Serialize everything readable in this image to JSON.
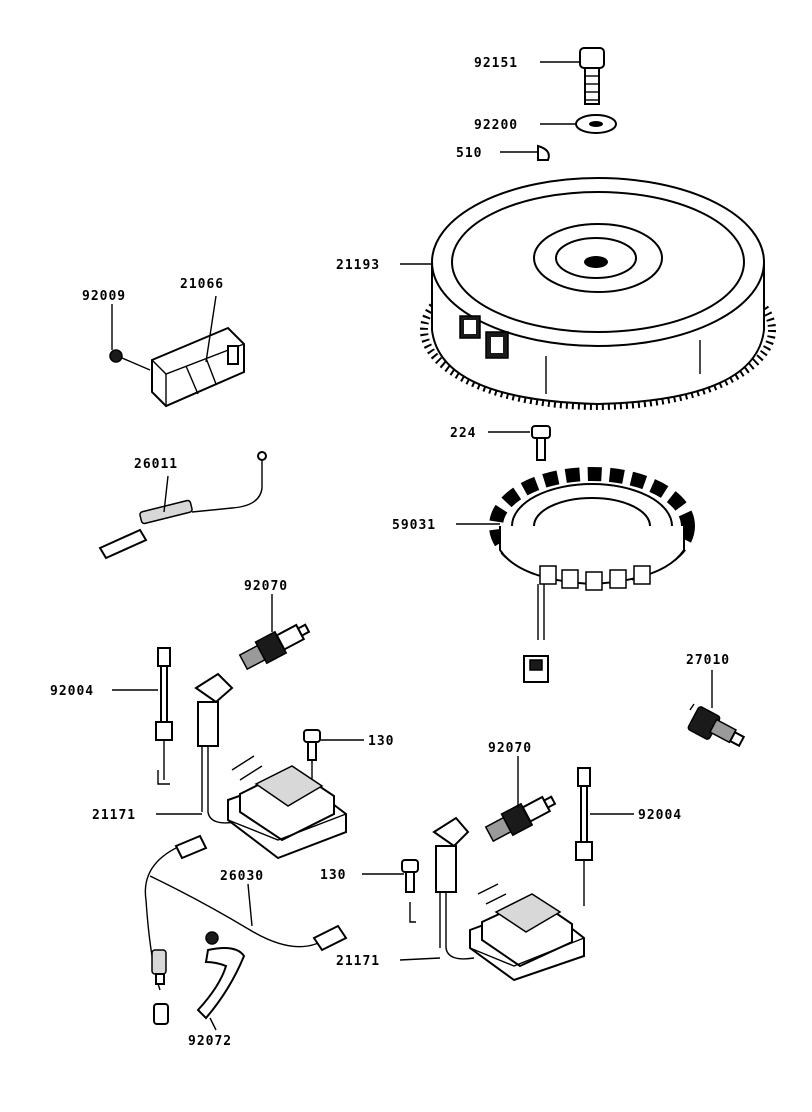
{
  "parts": [
    {
      "id": "p92151",
      "number": "92151"
    },
    {
      "id": "p92200",
      "number": "92200"
    },
    {
      "id": "p510",
      "number": "510"
    },
    {
      "id": "p21193",
      "number": "21193"
    },
    {
      "id": "p92009",
      "number": "92009"
    },
    {
      "id": "p21066",
      "number": "21066"
    },
    {
      "id": "p224",
      "number": "224"
    },
    {
      "id": "p26011",
      "number": "26011"
    },
    {
      "id": "p59031",
      "number": "59031"
    },
    {
      "id": "p92070a",
      "number": "92070"
    },
    {
      "id": "p27010",
      "number": "27010"
    },
    {
      "id": "p92004a",
      "number": "92004"
    },
    {
      "id": "p130a",
      "number": "130"
    },
    {
      "id": "p92070b",
      "number": "92070"
    },
    {
      "id": "p21171a",
      "number": "21171"
    },
    {
      "id": "p92004b",
      "number": "92004"
    },
    {
      "id": "p130b",
      "number": "130"
    },
    {
      "id": "p26030",
      "number": "26030"
    },
    {
      "id": "p21171b",
      "number": "21171"
    },
    {
      "id": "p92072",
      "number": "92072"
    }
  ]
}
